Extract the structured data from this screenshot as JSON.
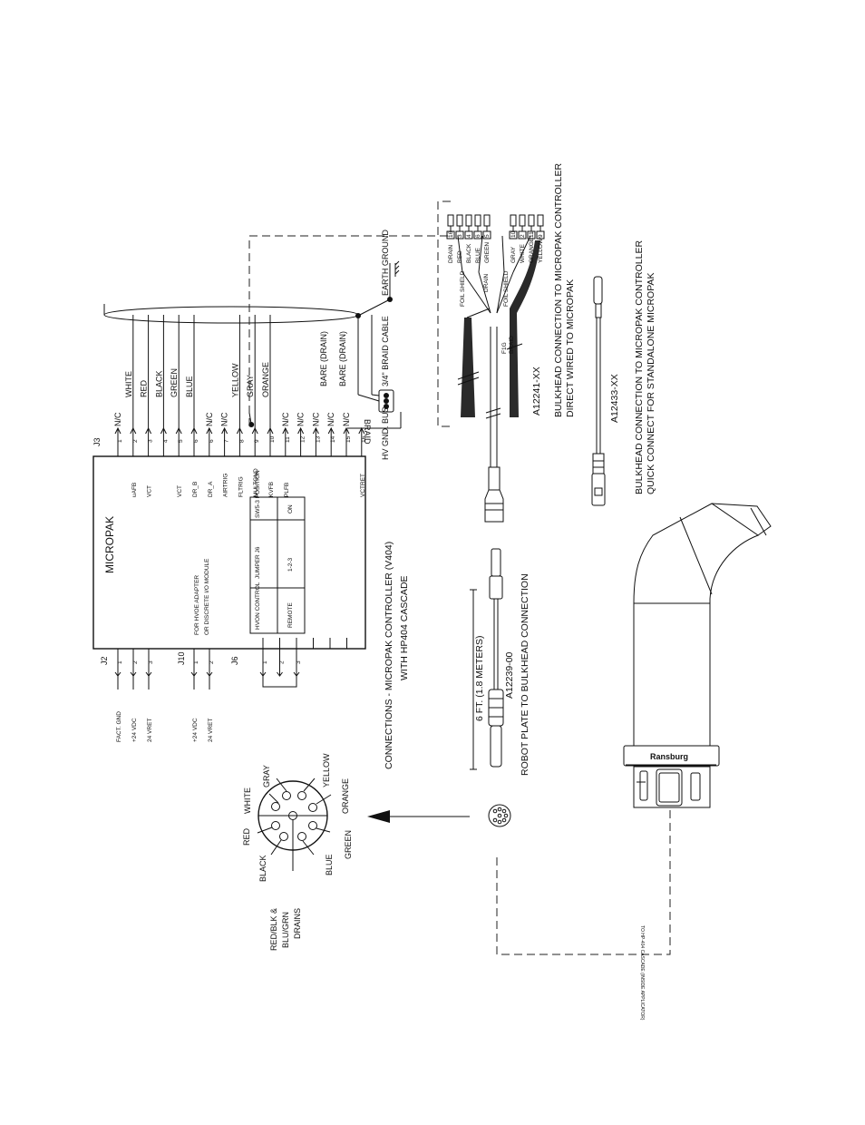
{
  "micropak": {
    "title": "MICROPAK",
    "j3_label": "J3",
    "j3_pins": [
      {
        "num": "1",
        "signal": "",
        "conn": "N/C",
        "wire": ""
      },
      {
        "num": "2",
        "signal": "uAFB",
        "conn": "",
        "wire": "WHITE"
      },
      {
        "num": "3",
        "signal": "VCT",
        "conn": "",
        "wire": "RED"
      },
      {
        "num": "4",
        "signal": "",
        "conn": "",
        "wire": "BLACK"
      },
      {
        "num": "5",
        "signal": "VCT",
        "conn": "",
        "wire": "GREEN"
      },
      {
        "num": "6",
        "signal": "DR_B",
        "conn": "",
        "wire": "BLUE"
      },
      {
        "num": "6",
        "signal": "DR_A",
        "conn": "N/C",
        "wire": ""
      },
      {
        "num": "7",
        "signal": "AIRTRIG",
        "conn": "N/C",
        "wire": ""
      },
      {
        "num": "8",
        "signal": "FLTRIG",
        "conn": "",
        "wire": "YELLOW"
      },
      {
        "num": "9",
        "signal": "MULTGND",
        "conn": "",
        "wire": "GRAY"
      },
      {
        "num": "10",
        "signal": "KVFB",
        "conn": "",
        "wire": "ORANGE"
      },
      {
        "num": "11",
        "signal": "PLFB",
        "conn": "N/C",
        "wire": ""
      },
      {
        "num": "12",
        "signal": "",
        "conn": "N/C",
        "wire": ""
      },
      {
        "num": "13",
        "signal": "",
        "conn": "N/C",
        "wire": ""
      },
      {
        "num": "14",
        "signal": "",
        "conn": "N/C",
        "wire": ""
      },
      {
        "num": "15",
        "signal": "",
        "conn": "N/C",
        "wire": ""
      },
      {
        "num": "16",
        "signal": "VCTRET",
        "conn": "",
        "wire": ""
      }
    ],
    "j2_label": "J2",
    "j2_pins": [
      {
        "num": "1",
        "label": "FACT. GND"
      },
      {
        "num": "2",
        "label": "+24 VDC"
      },
      {
        "num": "3",
        "label": "24 VRET"
      }
    ],
    "j10_label": "J10",
    "j10_pins": [
      {
        "num": "1",
        "label": "+24 VDC"
      },
      {
        "num": "2",
        "label": "24 VRET"
      }
    ],
    "j10_note1": "FOR HVOE ADAPTER",
    "j10_note2": "OR DISCRETE I/O MODULE",
    "j6_label": "J6",
    "j6_pins": [
      "1",
      "2",
      "3"
    ],
    "table": {
      "headers": [
        "HVON CONTROL",
        "JUMPER J6",
        "SW5-3 POSITION"
      ],
      "row": [
        "REMOTE",
        "1-2-3",
        "ON"
      ]
    }
  },
  "cable": {
    "bare_drain_1": "BARE (DRAIN)",
    "bare_drain_2": "BARE (DRAIN)",
    "braid_cable": "3/4\" BRAID CABLE",
    "earth_ground": "EARTH GROUND",
    "braid": "BRAID",
    "hv_gnd_bus": "HV GND. BUS"
  },
  "connections_title_1": "CONNECTIONS - MICROPAK CONTROLLER (V404)",
  "connections_title_2": "WITH HP404 CASCADE",
  "robot_cable": {
    "length": "6 FT. (1.8 METERS)",
    "part": "A12239-00",
    "desc": "ROBOT PLATE TO BULKHEAD CONNECTION"
  },
  "bulkhead_direct": {
    "part": "A12241-XX",
    "desc1": "BULKHEAD CONNECTION TO MICROPAK CONTROLLER",
    "desc2": "DIRECT WIRED TO MICROPAK",
    "small_labels": {
      "foil_shield": "FOIL SHIELD",
      "drain": "DRAIN",
      "braid": "BRAID",
      "f1g": "F1G"
    },
    "terminals": [
      {
        "wire": "DRAIN",
        "num": "16"
      },
      {
        "wire": "RED",
        "num": "3"
      },
      {
        "wire": "BLACK",
        "num": "4"
      },
      {
        "wire": "BLUE",
        "num": "6"
      },
      {
        "wire": "GREEN",
        "num": "5"
      },
      {
        "wire": "GRAY",
        "num": "10"
      },
      {
        "wire": "WHITE",
        "num": "2"
      },
      {
        "wire": "ORANGE",
        "num": "11"
      },
      {
        "wire": "YELLOW",
        "num": "9"
      }
    ]
  },
  "bulkhead_quick": {
    "part": "A12433-XX",
    "desc1": "BULKHEAD CONNECTION TO MICROPAK CONTROLLER",
    "desc2": "QUICK CONNECT FOR STANDALONE MICROPAK"
  },
  "pinout": {
    "labels": [
      "GRAY",
      "YELLOW",
      "WHITE",
      "ORANGE",
      "RED",
      "GREEN",
      "BLACK",
      "BLUE"
    ],
    "drains": [
      "RED/BLK &",
      "BLU/GRN",
      "DRAINS"
    ]
  },
  "applicator": {
    "brand": "Ransburg",
    "note": "TO HP-404 CASCADE (INSIDE APPLICATOR)"
  }
}
